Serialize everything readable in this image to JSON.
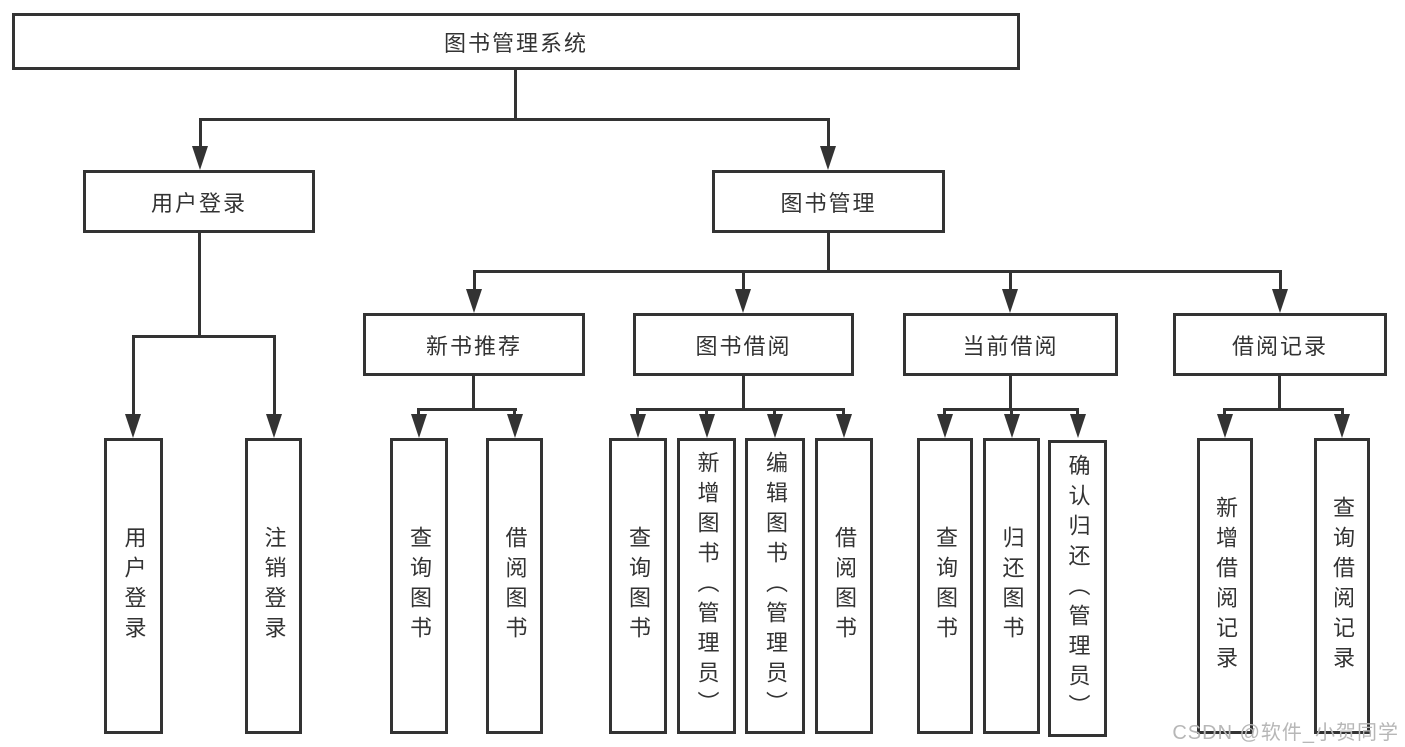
{
  "watermark": "CSDN @软件_小贺同学",
  "colors": {
    "line": "#333333",
    "text": "#333333",
    "background": "#ffffff",
    "watermark": "#b7b7b7"
  },
  "tree": {
    "label": "图书管理系统",
    "children": [
      {
        "label": "用户登录",
        "children": [
          {
            "label": "用户登录"
          },
          {
            "label": "注销登录"
          }
        ]
      },
      {
        "label": "图书管理",
        "children": [
          {
            "label": "新书推荐",
            "children": [
              {
                "label": "查询图书"
              },
              {
                "label": "借阅图书"
              }
            ]
          },
          {
            "label": "图书借阅",
            "children": [
              {
                "label": "查询图书"
              },
              {
                "label": "新增图书（管理员）"
              },
              {
                "label": "编辑图书（管理员）"
              },
              {
                "label": "借阅图书"
              }
            ]
          },
          {
            "label": "当前借阅",
            "children": [
              {
                "label": "查询图书"
              },
              {
                "label": "归还图书"
              },
              {
                "label": "确认归还（管理员）"
              }
            ]
          },
          {
            "label": "借阅记录",
            "children": [
              {
                "label": "新增借阅记录"
              },
              {
                "label": "查询借阅记录"
              }
            ]
          }
        ]
      }
    ]
  }
}
